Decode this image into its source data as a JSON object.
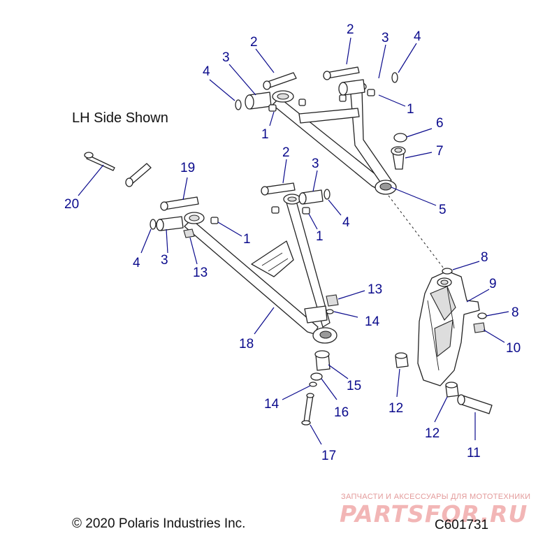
{
  "diagram": {
    "side_note": "LH Side Shown",
    "copyright": "© 2020 Polaris Industries Inc.",
    "figure_code": "C601731",
    "watermark": {
      "tagline": "ЗАПЧАСТИ И АКСЕССУАРЫ ДЛЯ МОТОТЕХНИКИ",
      "brand": "PARTSFOR.RU"
    },
    "callouts": [
      "2",
      "2",
      "3",
      "3",
      "4",
      "4",
      "1",
      "1",
      "LH Side Shown",
      "6",
      "7",
      "19",
      "20",
      "2",
      "3",
      "1",
      "1",
      "4",
      "3",
      "4",
      "13",
      "5",
      "8",
      "9",
      "8",
      "10",
      "13",
      "14",
      "18",
      "15",
      "12",
      "14",
      "16",
      "12",
      "11",
      "17"
    ]
  }
}
